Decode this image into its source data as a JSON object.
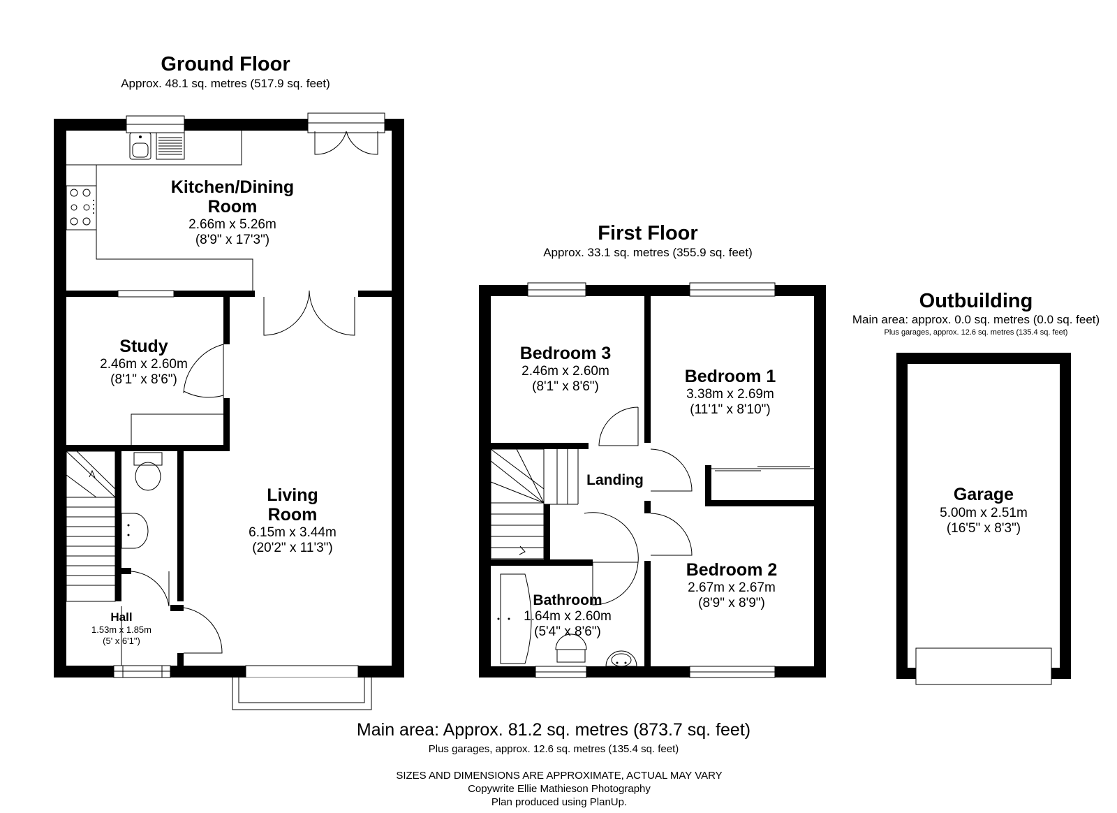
{
  "ground_floor": {
    "title": "Ground Floor",
    "area": "Approx. 48.1 sq. metres (517.9 sq. feet)",
    "rooms": {
      "kitchen": {
        "name_line1": "Kitchen/Dining",
        "name_line2": "Room",
        "dim_m": "2.66m x 5.26m",
        "dim_ft": "(8'9\" x 17'3\")"
      },
      "study": {
        "name": "Study",
        "dim_m": "2.46m x 2.60m",
        "dim_ft": "(8'1\" x 8'6\")"
      },
      "living": {
        "name_line1": "Living",
        "name_line2": "Room",
        "dim_m": "6.15m x 3.44m",
        "dim_ft": "(20'2\" x 11'3\")"
      },
      "hall": {
        "name": "Hall",
        "dim_m": "1.53m x 1.85m",
        "dim_ft": "(5' x 6'1\")"
      }
    }
  },
  "first_floor": {
    "title": "First Floor",
    "area": "Approx. 33.1 sq. metres (355.9 sq. feet)",
    "rooms": {
      "bedroom3": {
        "name": "Bedroom 3",
        "dim_m": "2.46m x 2.60m",
        "dim_ft": "(8'1\" x 8'6\")"
      },
      "bedroom1": {
        "name": "Bedroom 1",
        "dim_m": "3.38m x 2.69m",
        "dim_ft": "(11'1\" x 8'10\")"
      },
      "landing": {
        "name": "Landing"
      },
      "bedroom2": {
        "name": "Bedroom 2",
        "dim_m": "2.67m x 2.67m",
        "dim_ft": "(8'9\" x 8'9\")"
      },
      "bathroom": {
        "name": "Bathroom",
        "dim_m": "1.64m x 2.60m",
        "dim_ft": "(5'4\" x 8'6\")"
      }
    }
  },
  "outbuilding": {
    "title": "Outbuilding",
    "area": "Main area: approx. 0.0 sq. metres (0.0 sq. feet)",
    "garages": "Plus garages, approx. 12.6 sq. metres (135.4 sq. feet)",
    "rooms": {
      "garage": {
        "name": "Garage",
        "dim_m": "5.00m x 2.51m",
        "dim_ft": "(16'5\" x 8'3\")"
      }
    }
  },
  "totals": {
    "main_area": "Main area: Approx. 81.2 sq. metres (873.7 sq. feet)",
    "garages": "Plus garages, approx. 12.6 sq. metres (135.4 sq. feet)"
  },
  "footer": {
    "disclaimer": "SIZES AND DIMENSIONS ARE APPROXIMATE, ACTUAL MAY VARY",
    "copyright": "Copywrite Ellie Mathieson Photography",
    "produced": "Plan produced using PlanUp."
  }
}
